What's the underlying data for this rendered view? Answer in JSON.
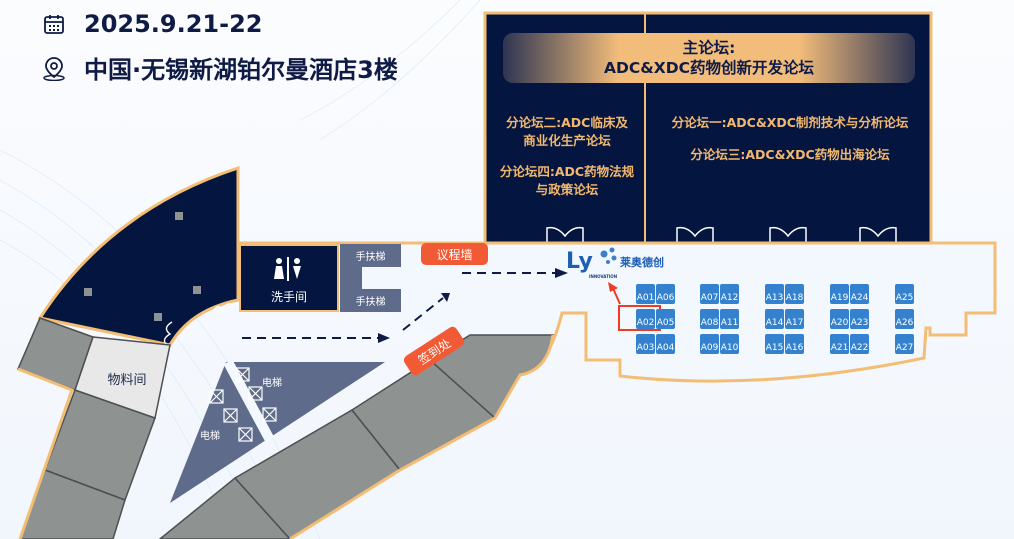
{
  "header": {
    "date": "2025.9.21-22",
    "location": "中国·无锡新湖铂尔曼酒店3楼",
    "date_icon": "calendar-icon",
    "location_icon": "location-pin-icon"
  },
  "forums": {
    "main_title_line1": "主论坛:",
    "main_title_line2": "ADC&XDC药物创新开发论坛",
    "sub2_line1": "分论坛二:ADC临床及",
    "sub2_line2": "商业化生产论坛",
    "sub4_line1": "分论坛四:ADC药物法规",
    "sub4_line2": "与政策论坛",
    "sub1": "分论坛一:ADC&XDC制剂技术与分析论坛",
    "sub3": "分论坛三:ADC&XDC药物出海论坛"
  },
  "rooms": {
    "restroom": "洗手间",
    "escalator_top": "手扶梯",
    "escalator_bottom": "手扶梯",
    "storage": "物料间",
    "elevator_right": "电梯",
    "elevator_left": "电梯"
  },
  "tags": {
    "agenda_wall": "议程墙",
    "checkin": "签到处"
  },
  "sponsor": {
    "logo_mark": "Ly",
    "logo_sub": "INNOVATION",
    "name": "莱奥德创",
    "highlighted_booth": "A02"
  },
  "booths": [
    [
      "A01",
      "A06",
      "A07",
      "A12",
      "A13",
      "A18",
      "A19",
      "A24",
      "A25"
    ],
    [
      "A02",
      "A05",
      "A08",
      "A11",
      "A14",
      "A17",
      "A20",
      "A23",
      "A26"
    ],
    [
      "A03",
      "A04",
      "A09",
      "A10",
      "A15",
      "A16",
      "A21",
      "A22",
      "A27"
    ]
  ],
  "colors": {
    "navy": "#04153f",
    "gold": "#f4bd74",
    "booth_blue": "#3481cf",
    "tag_red": "#f25a35",
    "slate": "#5e6b8a",
    "gray_block": "#8e9391"
  }
}
